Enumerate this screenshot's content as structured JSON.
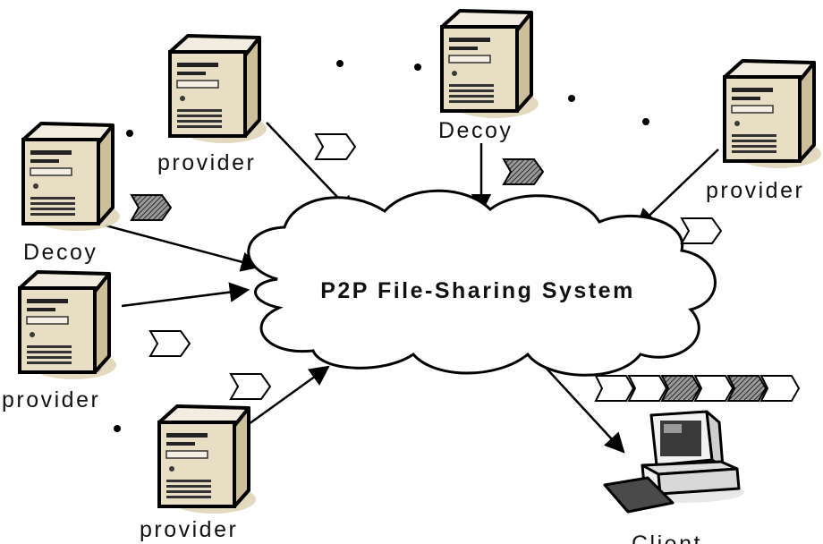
{
  "diagram": {
    "title": "P2P File-Sharing System",
    "node_labels": {
      "provider_top_left": "provider",
      "decoy_top": "Decoy",
      "provider_right": "provider",
      "decoy_left": "Decoy",
      "provider_left": "provider",
      "provider_bottom": "provider",
      "client": "Client"
    },
    "colors": {
      "server_body": "#e3d8bd",
      "server_shadow": "#d6c9a6",
      "outline": "#000000",
      "decoy_chunk": "#6e6e6e",
      "clean_chunk": "#ffffff"
    },
    "download_queue": [
      "clean",
      "clean",
      "decoy",
      "clean",
      "decoy",
      "clean"
    ]
  }
}
